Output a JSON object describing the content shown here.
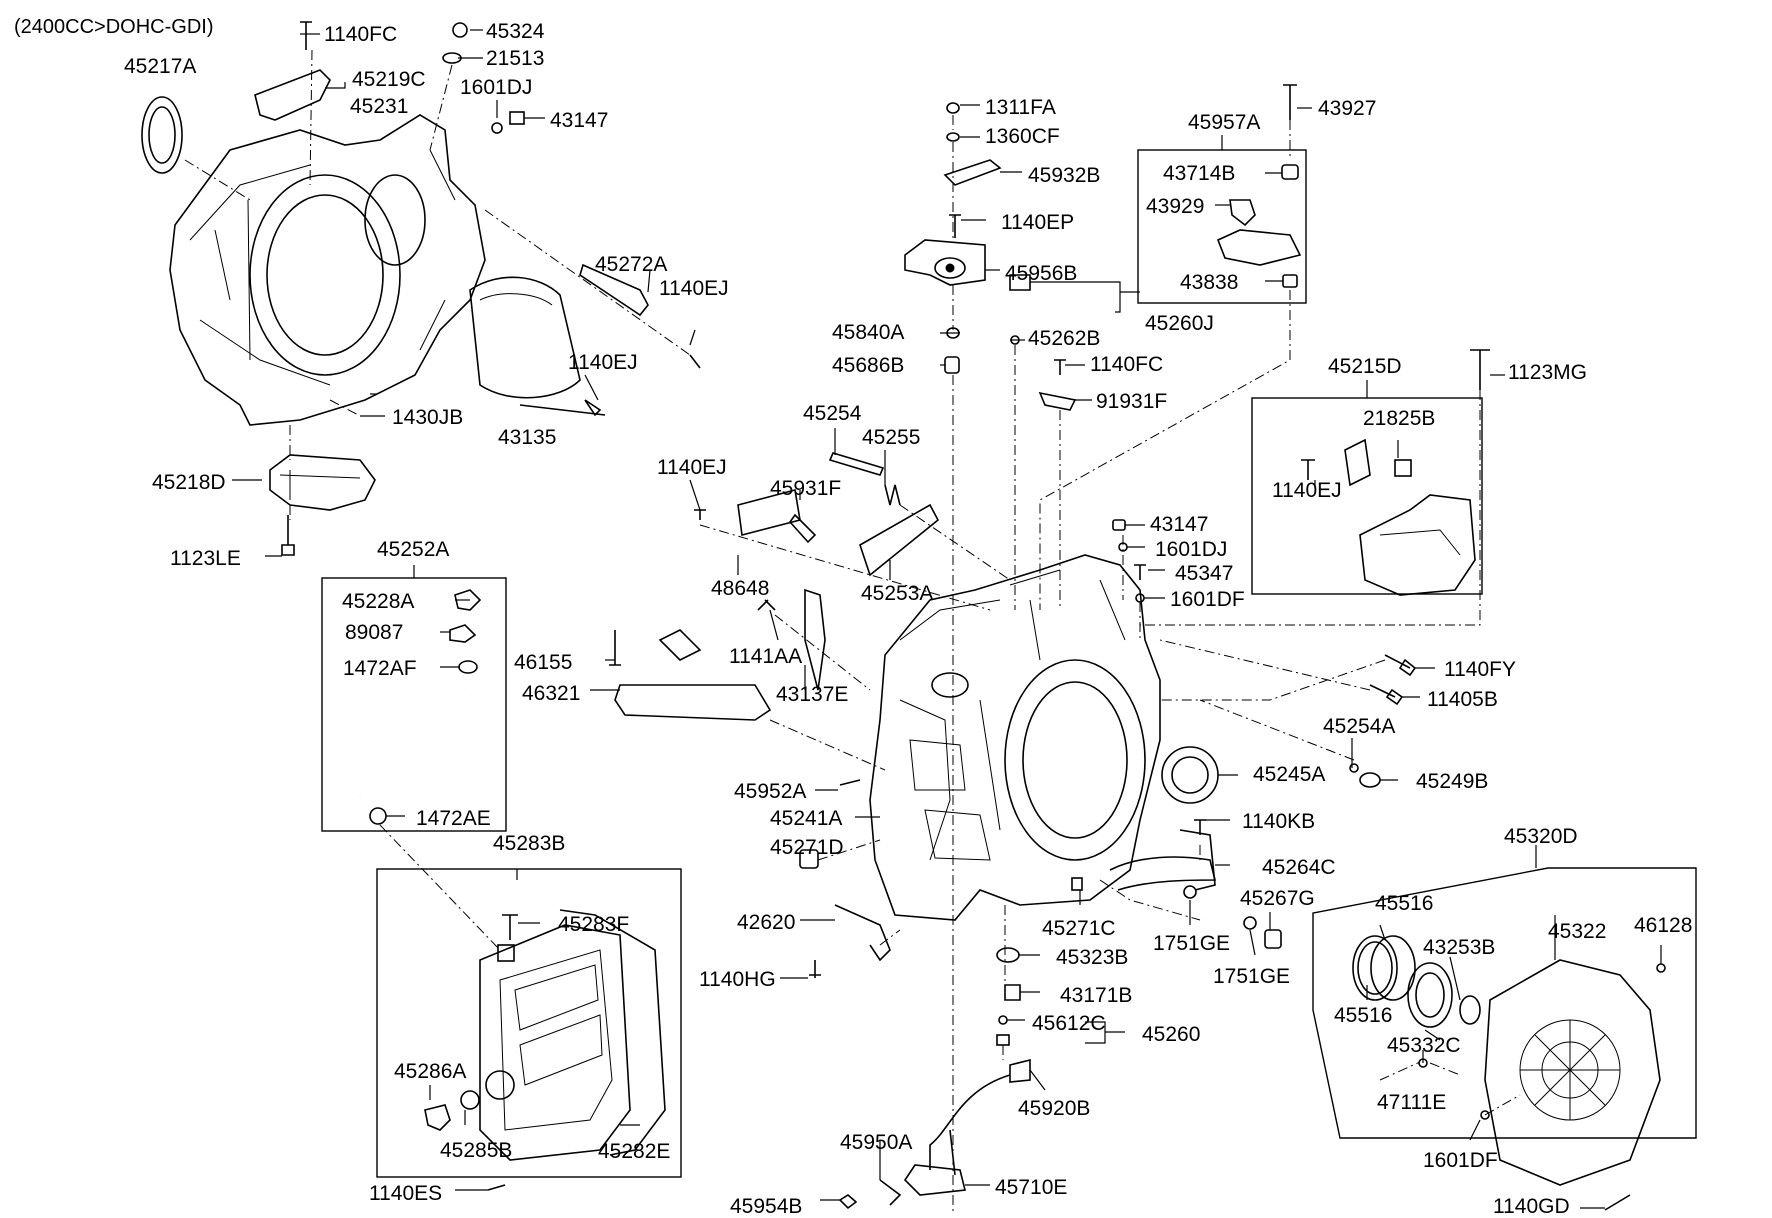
{
  "header": "(2400CC>DOHC-GDI)",
  "labels": {
    "p45217A": "45217A",
    "p1140FC_a": "1140FC",
    "p45324": "45324",
    "p21513": "21513",
    "p45219C": "45219C",
    "p1601DJ_a": "1601DJ",
    "p45231": "45231",
    "p43147_a": "43147",
    "p45272A": "45272A",
    "p1140EJ_a": "1140EJ",
    "p1140EJ_b": "1140EJ",
    "p1430JB": "1430JB",
    "p43135": "43135",
    "p45218D": "45218D",
    "p1123LE": "1123LE",
    "p1311FA": "1311FA",
    "p1360CF": "1360CF",
    "p45932B": "45932B",
    "p1140EP": "1140EP",
    "p45956B": "45956B",
    "p45840A": "45840A",
    "p45686B": "45686B",
    "p45262B": "45262B",
    "p45260J": "45260J",
    "p1140FC_b": "1140FC",
    "p91931F": "91931F",
    "p45957A": "45957A",
    "p43927": "43927",
    "p43714B": "43714B",
    "p43929": "43929",
    "p43838": "43838",
    "p45215D": "45215D",
    "p1123MG": "1123MG",
    "p21825B": "21825B",
    "p1140EJ_c": "1140EJ",
    "p45254": "45254",
    "p45255": "45255",
    "p1140EJ_d": "1140EJ",
    "p45931F": "45931F",
    "p48648": "48648",
    "p45253A": "45253A",
    "p43147_b": "43147",
    "p1601DJ_b": "1601DJ",
    "p45347": "45347",
    "p1601DF_a": "1601DF",
    "p45252A": "45252A",
    "p45228A": "45228A",
    "p89087": "89087",
    "p1472AF": "1472AF",
    "p1472AE": "1472AE",
    "p46155": "46155",
    "p46321": "46321",
    "p1141AA": "1141AA",
    "p43137E": "43137E",
    "p1140FY": "1140FY",
    "p11405B": "11405B",
    "p45254A": "45254A",
    "p45249B": "45249B",
    "p45245A": "45245A",
    "p45952A": "45952A",
    "p45241A": "45241A",
    "p45271D": "45271D",
    "p1140KB": "1140KB",
    "p45264C": "45264C",
    "p45267G": "45267G",
    "p45283B": "45283B",
    "p45283F": "45283F",
    "p42620": "42620",
    "p45271C": "45271C",
    "p1751GE_a": "1751GE",
    "p45323B": "45323B",
    "p1751GE_b": "1751GE",
    "p1140HG": "1140HG",
    "p43171B": "43171B",
    "p45612C": "45612C",
    "p45260": "45260",
    "p45286A": "45286A",
    "p45285B": "45285B",
    "p45282E": "45282E",
    "p1140ES": "1140ES",
    "p45920B": "45920B",
    "p45950A": "45950A",
    "p45710E": "45710E",
    "p45954B": "45954B",
    "p45320D": "45320D",
    "p45516_a": "45516",
    "p45516_b": "45516",
    "p43253B": "43253B",
    "p45322": "45322",
    "p46128": "46128",
    "p45332C": "45332C",
    "p47111E": "47111E",
    "p1601DF_b": "1601DF",
    "p1140GD": "1140GD"
  }
}
